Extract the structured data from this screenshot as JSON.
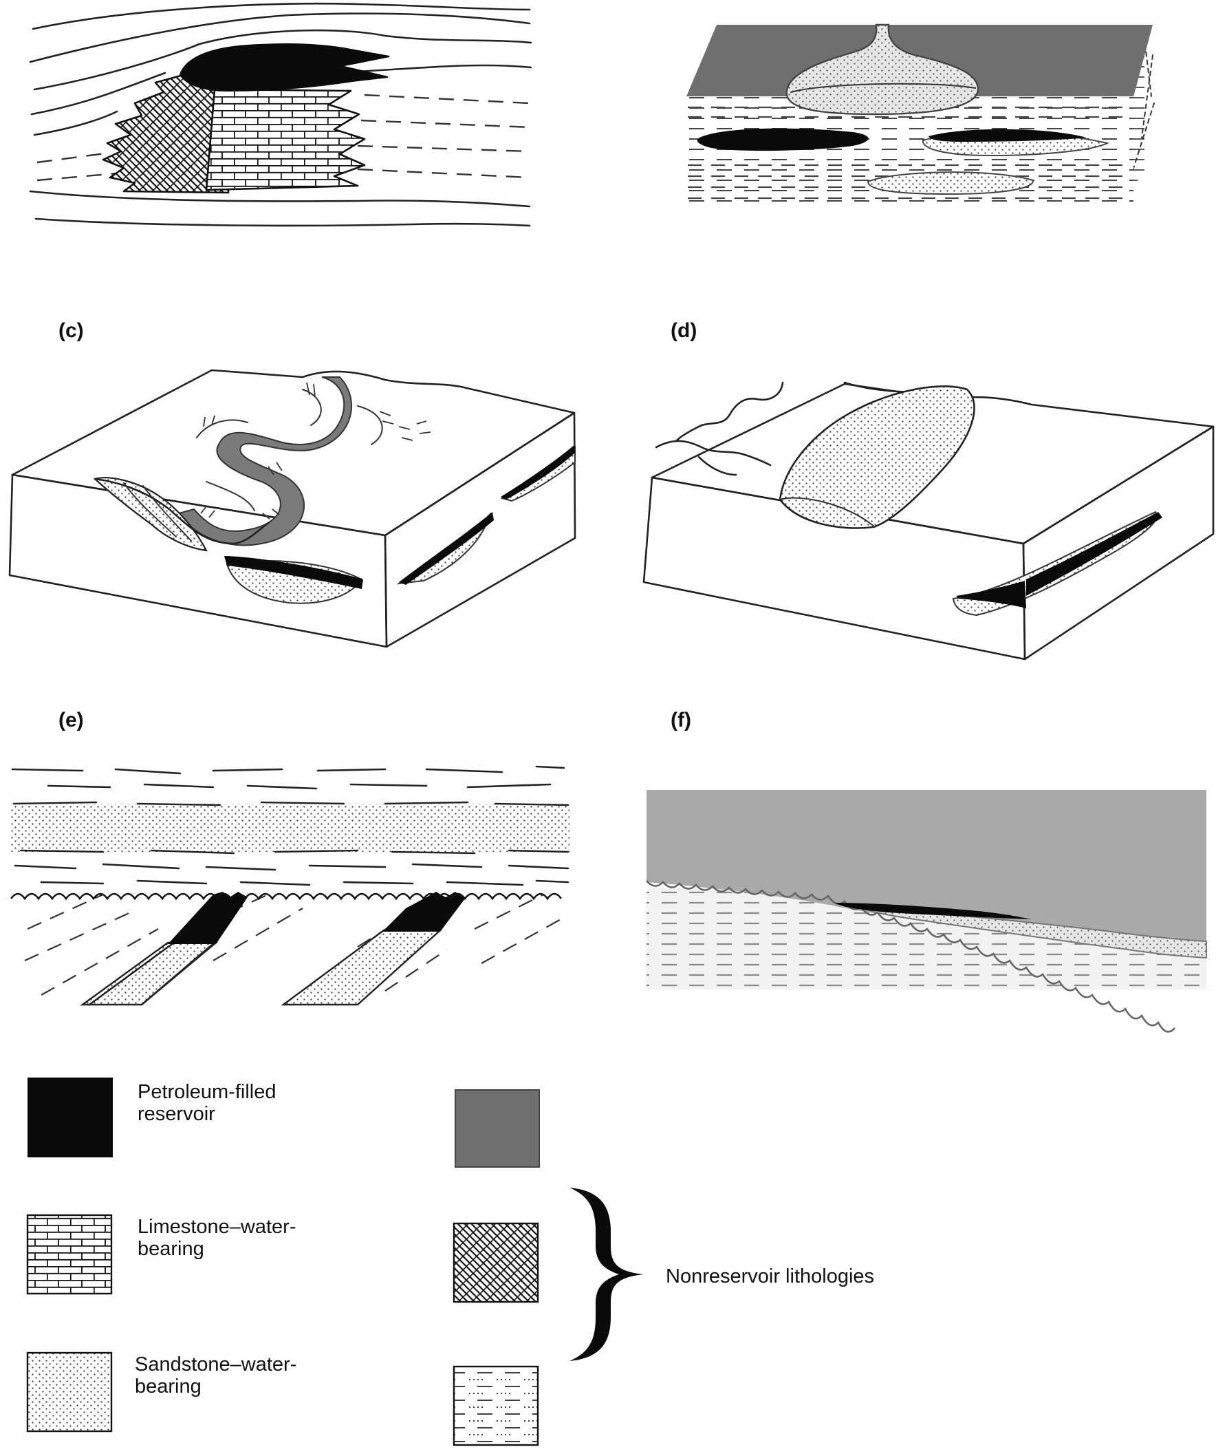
{
  "panels": [
    {
      "id": "a",
      "label": ""
    },
    {
      "id": "b",
      "label": ""
    },
    {
      "id": "c",
      "label": "(c)"
    },
    {
      "id": "d",
      "label": "(d)"
    },
    {
      "id": "e",
      "label": "(e)"
    },
    {
      "id": "f",
      "label": "(f)"
    }
  ],
  "legend": {
    "petroleum_line1": "Petroleum-filled",
    "petroleum_line2": "reservoir",
    "limestone_line1": "Limestone–water-",
    "limestone_line2": "bearing",
    "sandstone_line1": "Sandstone–water-",
    "sandstone_line2": "bearing",
    "nonreservoir": "Nonreservoir lithologies"
  },
  "colors": {
    "petroleum": "#0a0a0a",
    "grey_rock": "#7a7a7a",
    "grey_light": "#a9a9a9",
    "line": "#222222"
  }
}
